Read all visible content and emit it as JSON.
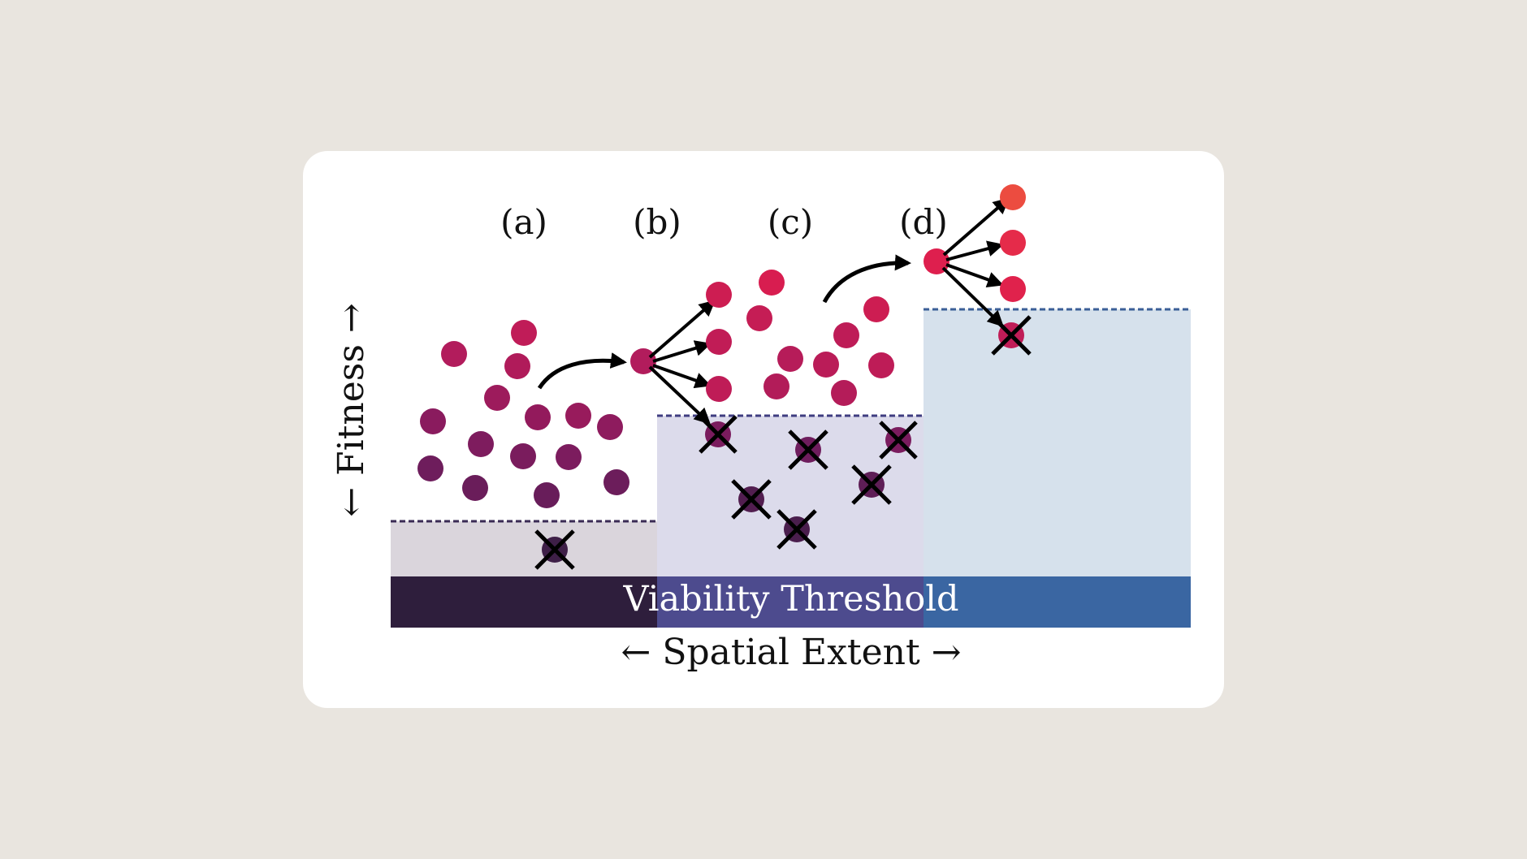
{
  "labels": {
    "panel_a": "(a)",
    "panel_b": "(b)",
    "panel_c": "(c)",
    "panel_d": "(d)",
    "threshold": "Viability Threshold",
    "x_axis": "← Spatial Extent →",
    "y_axis": "← Fitness →"
  },
  "colors": {
    "page_bg": "#e9e5df",
    "card_bg": "#ffffff",
    "region1_fill": "#dad5dc",
    "region2_fill": "#dcdbeb",
    "region3_fill": "#d6e1ec",
    "bar1": "#2e1e3c",
    "bar2": "#4d4b8e",
    "bar3": "#3a66a2",
    "threshold_line1": "#3a2b55",
    "threshold_line2": "#3f3d80",
    "threshold_line3": "#3b5f97"
  }
}
